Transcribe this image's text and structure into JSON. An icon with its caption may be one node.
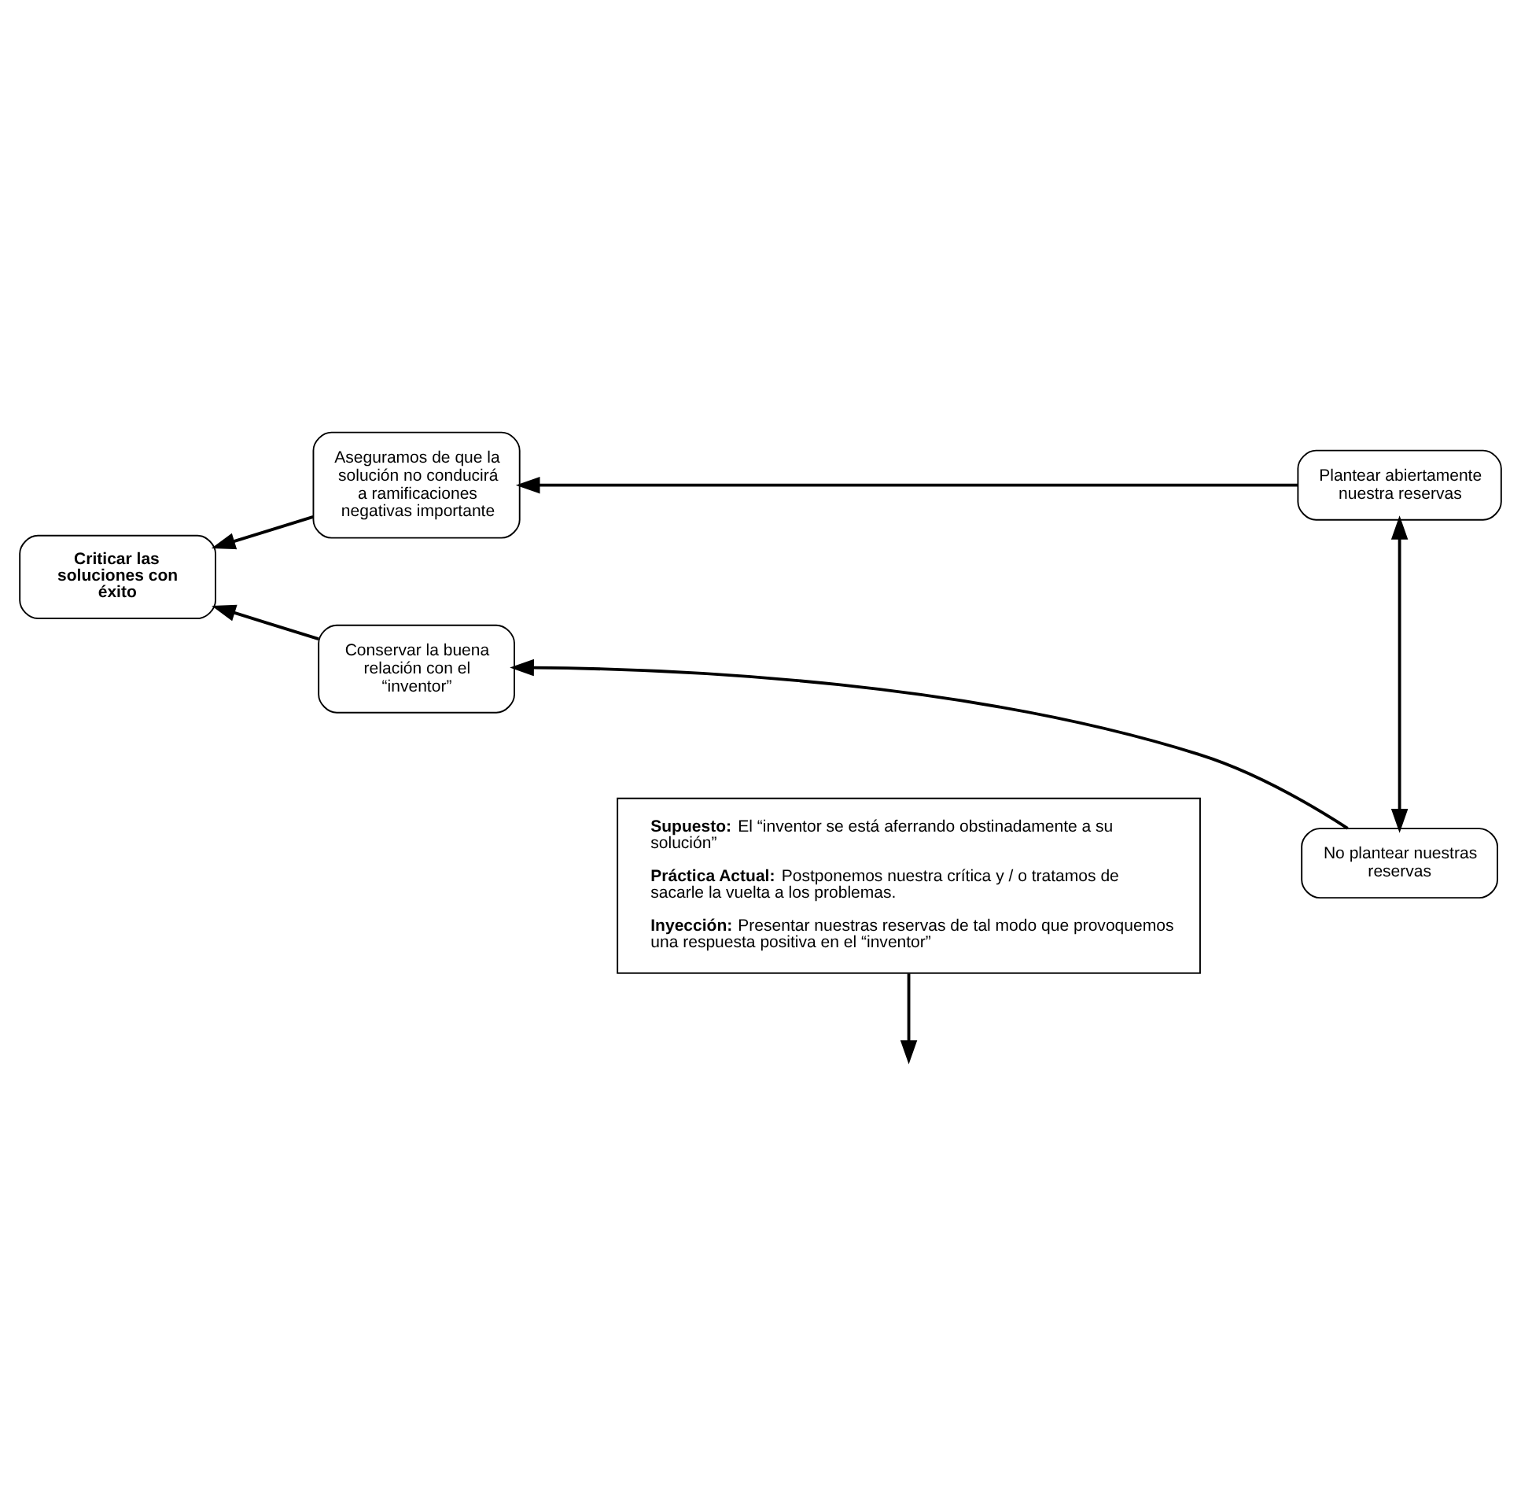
{
  "diagram": {
    "nodes": [
      {
        "text": [
          "Criticar las soluciones con éxito"
        ]
      },
      {
        "text": [
          "Aseguramos de que la solución no conducirá a ramificaciones negativas importante"
        ]
      },
      {
        "text": [
          "Plantear abiertamente nuestra reservas"
        ]
      },
      {
        "text": [
          "Conservar la buena relación con el “inventor”"
        ]
      },
      {
        "text": [
          "No plantear nuestras reservas"
        ]
      },
      {
        "text": [
          "**Supuesto:** El “inventor se está aferrando obstinadamente a su solución”",
          "**Práctica Actual:** Postponemos nuestra crítica y / o tratamos de sacarle la vuelta a los problemas.",
          "**Inyección:** Presentar nuestras reservas de tal modo que provoquemos una respuesta positiva en el “inventor”"
        ]
      }
    ],
    "edges": [
      {
        "from": 1,
        "to": 0,
        "arrow": "to"
      },
      {
        "from": 3,
        "to": 0,
        "arrow": "to"
      },
      {
        "from": 2,
        "to": 1,
        "arrow": "to"
      },
      {
        "from": 4,
        "to": 3,
        "arrow": "to"
      },
      {
        "from": 2,
        "to": 4,
        "arrow": "both"
      },
      {
        "from": 5,
        "to": null,
        "arrow": "to"
      }
    ]
  }
}
